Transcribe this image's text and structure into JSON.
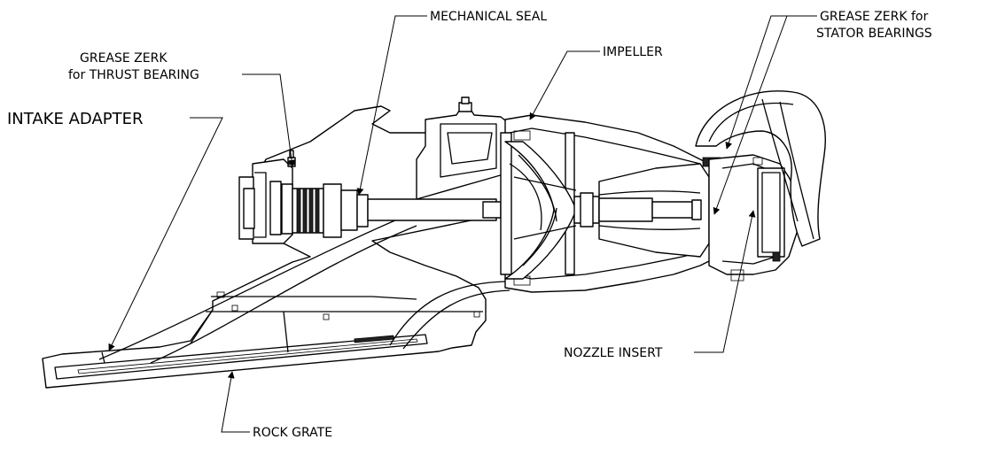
{
  "callouts": {
    "mechanical_seal": "MECHANICAL SEAL",
    "impeller": "IMPELLER",
    "grease_stator_line1": "GREASE ZERK for",
    "grease_stator_line2": "STATOR BEARINGS",
    "grease_thrust_line1": "GREASE ZERK",
    "grease_thrust_line2": "for THRUST BEARING",
    "intake_adapter": "INTAKE ADAPTER",
    "nozzle_insert": "NOZZLE INSERT",
    "rock_grate": "ROCK GRATE"
  }
}
